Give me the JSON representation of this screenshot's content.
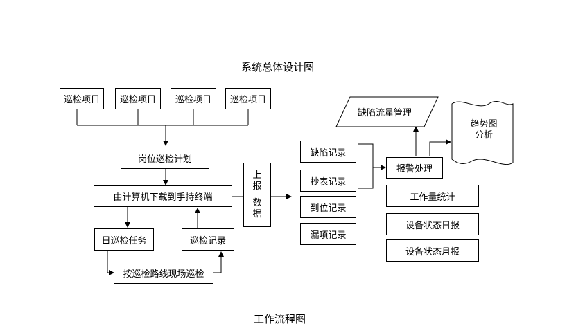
{
  "title_top": "系统总体设计图",
  "title_bottom": "工作流程图",
  "inspection_items": [
    "巡检项目",
    "巡检项目",
    "巡检项目",
    "巡检项目"
  ],
  "post_plan": "岗位巡检计划",
  "download": "由计算机下载到手持终端",
  "daily_task": "日巡检任务",
  "inspection_record": "巡检记录",
  "route_inspection": "按巡检路线现场巡检",
  "upload": {
    "line1": "上",
    "line2": "报",
    "line3": "数",
    "line4": "据"
  },
  "records": [
    "缺陷记录",
    "抄表记录",
    "到位记录",
    "漏项记录"
  ],
  "defect_flow": "缺陷流量管理",
  "alarm": "报警处理",
  "trend": {
    "line1": "趋势图",
    "line2": "分析"
  },
  "stats": [
    "工作量统计",
    "设备状态日报",
    "设备状态月报"
  ]
}
